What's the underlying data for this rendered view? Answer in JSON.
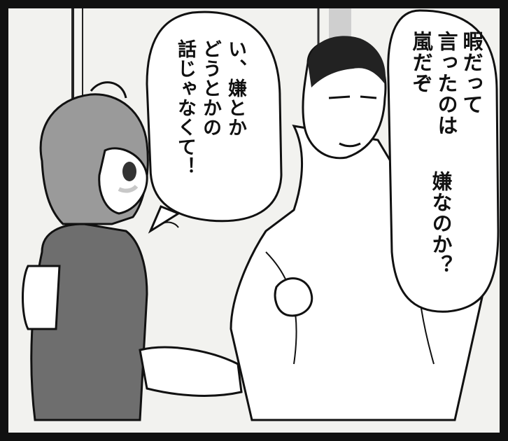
{
  "bubble_left": {
    "lines": [
      "い、嫌とか",
      "どうとかの",
      "話じゃなくて！",
      ""
    ]
  },
  "bubble_right": {
    "lines": [
      "暇だって",
      "言ったのは",
      "嵐だぞ",
      "嫌なのか？"
    ]
  },
  "colors": {
    "ink": "#111111",
    "paper": "#ffffff",
    "tone": "#b9b9b9",
    "dark_tone": "#6e6e6e"
  }
}
